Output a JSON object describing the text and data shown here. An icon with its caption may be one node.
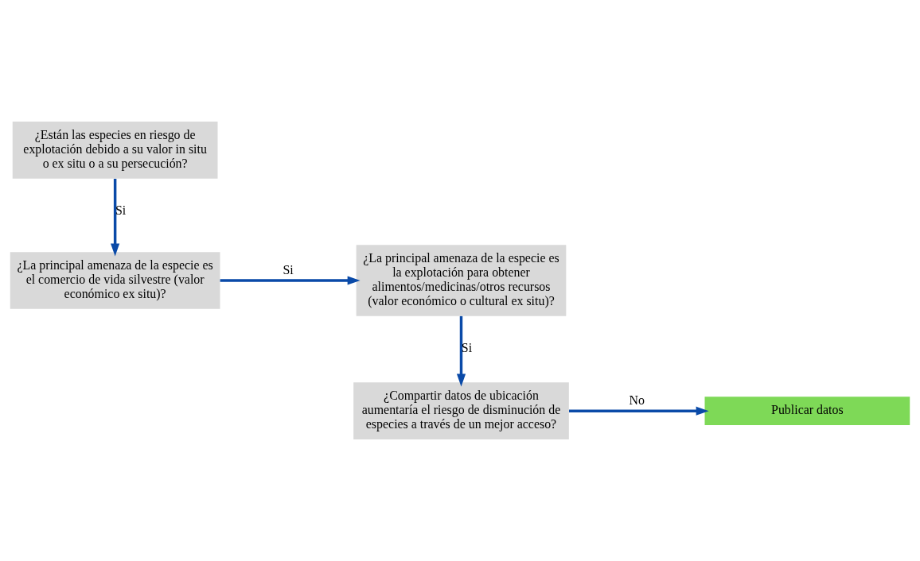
{
  "diagram": {
    "nodes": [
      {
        "text": [
          "¿Están las especies en riesgo de explotación debido a su valor in situ o ex situ o a su persecución?"
        ]
      },
      {
        "text": [
          "¿La principal amenaza de la especie es el comercio de vida silvestre (valor económico ex situ)?"
        ]
      },
      {
        "text": [
          "¿La principal amenaza de la especie es la explotación para obtener alimentos/medicinas/otros recursos (valor económico o cultural ex situ)?"
        ]
      },
      {
        "text": [
          "¿Compartir datos de ubicación aumentaría el riesgo de disminución de especies a través de un mejor acceso?"
        ]
      },
      {
        "text": [
          "Publicar datos"
        ]
      }
    ],
    "edges": [
      {
        "from": 0,
        "to": 1,
        "arrow": "to",
        "label": "Si"
      },
      {
        "from": 1,
        "to": 2,
        "arrow": "to",
        "label": "Si"
      },
      {
        "from": 2,
        "to": 3,
        "arrow": "to",
        "label": "Si"
      },
      {
        "from": 3,
        "to": 4,
        "arrow": "to",
        "label": "No"
      }
    ]
  }
}
